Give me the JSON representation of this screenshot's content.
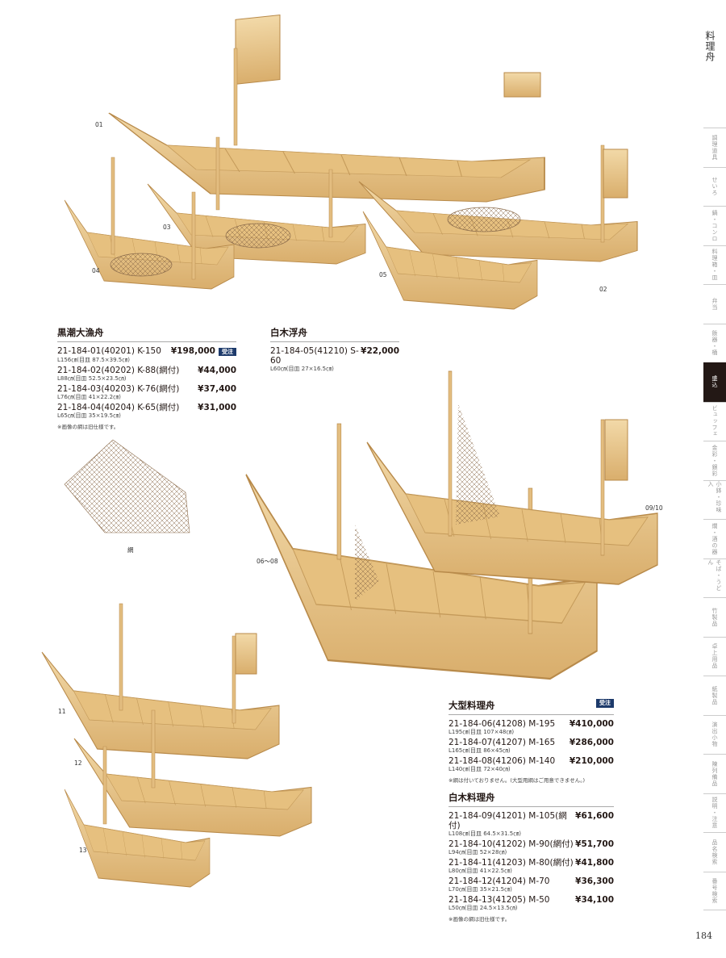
{
  "section_title": "料理舟",
  "page_number": "184",
  "sidebar": {
    "items": [
      "調理道具",
      "せいろ",
      "鍋・コンロ",
      "料理箱・皿",
      "弁当",
      "飯器・桶",
      "盛込",
      "ビュッフェ",
      "金彩・銀彩",
      "小鉢・珍味入",
      "燗・酒の器",
      "そば・うどん",
      "竹製品",
      "卓上用品",
      "紙製品",
      "演出小物",
      "陳列備品",
      "説明・注意",
      "品名検索",
      "番号検索"
    ],
    "active_index": 6
  },
  "colors": {
    "accent": "#231815",
    "badge": "#1d3a6b",
    "wood": "#e9c88f"
  },
  "photo_labels": {
    "p01": "01",
    "p02": "02",
    "p03": "03",
    "p04": "04",
    "p05": "05",
    "net": "網",
    "p06": "06〜08",
    "p09": "09/10",
    "p11": "11",
    "p12": "12",
    "p13": "13"
  },
  "kuroshio": {
    "title": "黒潮大漁舟",
    "badge": "受注",
    "items": [
      {
        "code": "21-184-01(40201) K-150",
        "price": "¥198,000",
        "size": "L156㎝(目皿 87.5×39.5㎝)"
      },
      {
        "code": "21-184-02(40202) K-88(網付)",
        "price": "¥44,000",
        "size": "L88㎝(目皿 52.5×23.5㎝)"
      },
      {
        "code": "21-184-03(40203) K-76(網付)",
        "price": "¥37,400",
        "size": "L76㎝(目皿 41×22.2㎝)"
      },
      {
        "code": "21-184-04(40204) K-65(網付)",
        "price": "¥31,000",
        "size": "L65㎝(目皿 35×19.5㎝)"
      }
    ],
    "note": "※画像の網は旧仕様です。"
  },
  "ukibune": {
    "title": "白木浮舟",
    "items": [
      {
        "code": "21-184-05(41210) S-60",
        "price": "¥22,000",
        "size": "L60㎝(目皿 27×16.5㎝)"
      }
    ]
  },
  "ogata": {
    "title": "大型料理舟",
    "badge": "受注",
    "items": [
      {
        "code": "21-184-06(41208) M-195",
        "price": "¥410,000",
        "size": "L195㎝(目皿 107×48㎝)"
      },
      {
        "code": "21-184-07(41207) M-165",
        "price": "¥286,000",
        "size": "L165㎝(目皿 86×45㎝)"
      },
      {
        "code": "21-184-08(41206) M-140",
        "price": "¥210,000",
        "size": "L140㎝(目皿 72×40㎝)"
      }
    ],
    "note": "※網は付いておりません。(大型用網はご用意できません。)"
  },
  "shiraki": {
    "title": "白木料理舟",
    "items": [
      {
        "code": "21-184-09(41201) M-105(網付)",
        "price": "¥61,600",
        "size": "L108㎝(目皿 64.5×31.5㎝)"
      },
      {
        "code": "21-184-10(41202) M-90(網付)",
        "price": "¥51,700",
        "size": "L94㎝(目皿 52×28㎝)"
      },
      {
        "code": "21-184-11(41203) M-80(網付)",
        "price": "¥41,800",
        "size": "L80㎝(目皿 41×22.5㎝)"
      },
      {
        "code": "21-184-12(41204) M-70",
        "price": "¥36,300",
        "size": "L70㎝(目皿 35×21.5㎝)"
      },
      {
        "code": "21-184-13(41205) M-50",
        "price": "¥34,100",
        "size": "L50㎝(目皿 24.5×13.5㎝)"
      }
    ],
    "note": "※画像の網は旧仕様です。"
  }
}
